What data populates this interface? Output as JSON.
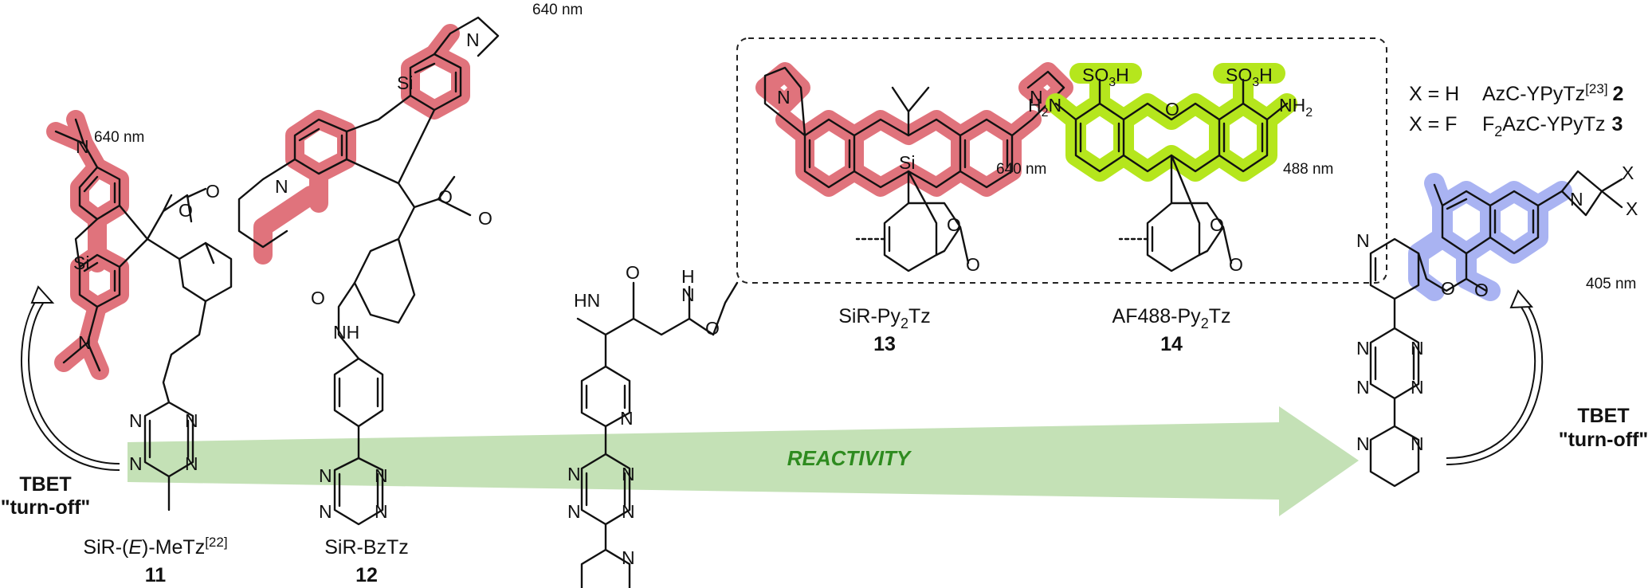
{
  "labels": {
    "reactivity": "REACTIVITY",
    "tbet_left": "TBET",
    "turnoff_left": "\"turn-off\"",
    "tbet_right": "TBET",
    "turnoff_right": "\"turn-off\"",
    "x_h": "X = H",
    "x_f": "X = F",
    "x_atom_1": "X",
    "x_atom_2": "X"
  },
  "compounds": [
    {
      "id": "11",
      "name_prefix": "SiR-(",
      "name_italic": "E",
      "name_suffix": ")-MeTz",
      "ref": "[22]",
      "wavelength": "640 nm"
    },
    {
      "id": "12",
      "name": "SiR-BzTz",
      "wavelength": "640 nm"
    },
    {
      "id": "13",
      "name_a": "SiR-Py",
      "sub": "2",
      "name_b": "Tz",
      "wavelength": "640 nm"
    },
    {
      "id": "14",
      "name_a": "AF488-Py",
      "sub": "2",
      "name_b": "Tz",
      "wavelength": "488 nm"
    },
    {
      "id": "2",
      "name_a": "AzC-YPyTz",
      "ref": "[23]"
    },
    {
      "id": "3",
      "name_a": "F",
      "sub": "2",
      "name_b": "AzC-YPyTz",
      "wavelength": "405 nm"
    }
  ],
  "colors": {
    "arrow": "#c4e1b6",
    "reactivity_text": "#2e8b1f",
    "sir_highlight": "#de6b75",
    "af488_highlight": "#b5e61d",
    "coumarin_highlight": "#a9b3f2"
  }
}
